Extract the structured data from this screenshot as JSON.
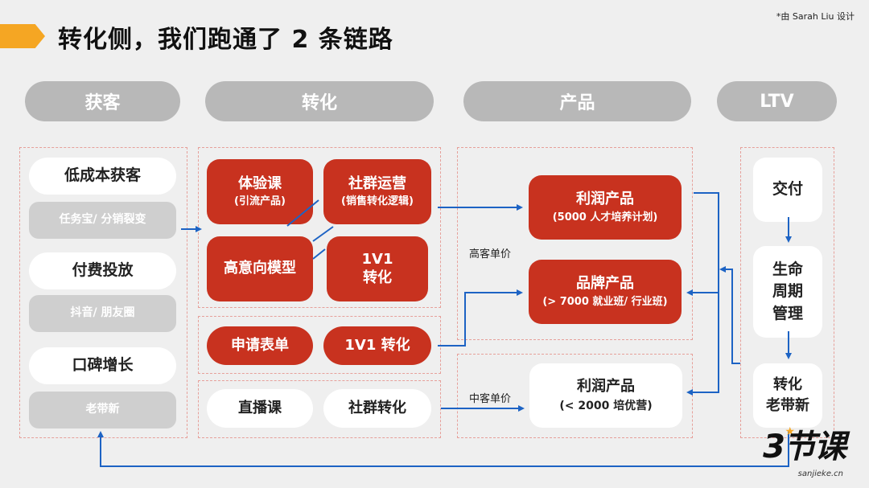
{
  "title": "转化侧，我们跑通了 2 条链路",
  "credit": "*由 Sarah Liu 设计",
  "headers": [
    "获客",
    "转化",
    "产品",
    "LTV"
  ],
  "acquisition": [
    {
      "label": "低成本获客",
      "sub": "任务宝/ 分销裂变"
    },
    {
      "label": "付费投放",
      "sub": "抖音/ 朋友圈"
    },
    {
      "label": "口碑增长",
      "sub": "老带新"
    }
  ],
  "conversion": {
    "trial_course": {
      "label": "体验课",
      "sub": "(引流产品)"
    },
    "community_ops": {
      "label": "社群运营",
      "sub": "(销售转化逻辑)"
    },
    "high_intent": "高意向模型",
    "one_on_one": "1V1\n转化",
    "apply_form": "申请表单",
    "one_on_one_2": "1V1 转化",
    "live_class": "直播课",
    "community_conv": "社群转化"
  },
  "products": {
    "profit_high": {
      "label": "利润产品",
      "sub": "(5000 人才培养计划)"
    },
    "brand": {
      "label": "品牌产品",
      "sub": "(> 7000 就业班/ 行业班)"
    },
    "profit_mid": {
      "label": "利润产品",
      "sub": "(< 2000 培优营)"
    },
    "high_price_label": "高客单价",
    "mid_price_label": "中客单价"
  },
  "ltv": {
    "delivery": "交付",
    "lifecycle": "生命\n周期\n管理",
    "referral": "转化\n老带新"
  },
  "logo": {
    "text": "3节课",
    "sub": "sanjieke.cn"
  },
  "colors": {
    "accent": "#f5a623",
    "red": "#c8321f",
    "arrow": "#1d63c4",
    "dash": "#e6a09a"
  }
}
